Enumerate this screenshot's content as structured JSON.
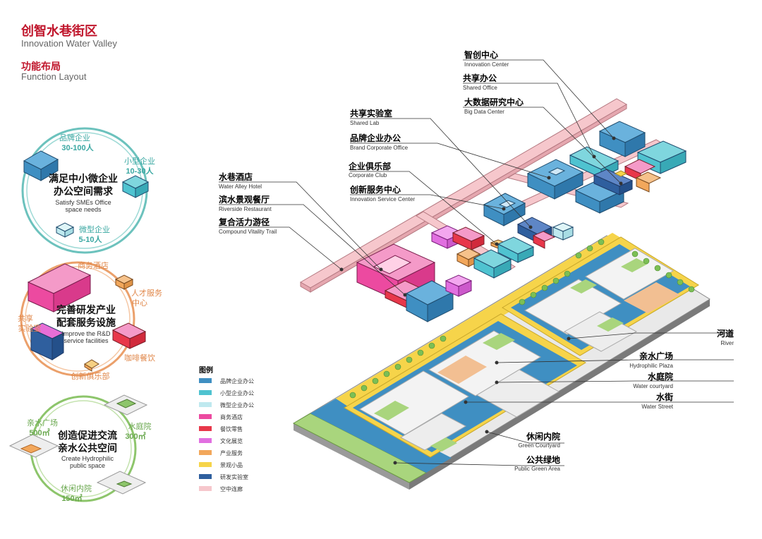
{
  "header": {
    "title_cn": "创智水巷街区",
    "title_en": "Innovation Water Valley",
    "subtitle_cn": "功能布局",
    "subtitle_en": "Function Layout"
  },
  "concepts": [
    {
      "title_cn_1": "满足中小微企业",
      "title_cn_2": "办公空间需求",
      "title_en_1": "Satisfy SMEs Office",
      "title_en_2": "space needs",
      "ring_color": "#6cc2bd",
      "labels": [
        "品牌企业",
        "30-100人",
        "小型企业",
        "10-30人",
        "微型企业",
        "5-10人"
      ]
    },
    {
      "title_cn_1": "完善研发产业",
      "title_cn_2": "配套服务设施",
      "title_en_1": "Improve the R&D",
      "title_en_2": "service facilities",
      "ring_color": "#eba06b",
      "labels": [
        "商务酒店",
        "人才服务",
        "中心",
        "共享",
        "实验室",
        "咖啡餐饮",
        "创新俱乐部"
      ]
    },
    {
      "title_cn_1": "创造促进交流",
      "title_cn_2": "亲水公共空间",
      "title_en_1": "Create Hydrophilic",
      "title_en_2": "public space",
      "ring_color": "#8dc56b",
      "labels": [
        "亲水广场",
        "500㎡",
        "水庭院",
        "300㎡",
        "休闲内院",
        "150㎡"
      ]
    }
  ],
  "legend": {
    "title": "图例",
    "items": [
      {
        "label": "品牌企业办公",
        "color": "#3f8fc2"
      },
      {
        "label": "小型企业办公",
        "color": "#4fc3d0"
      },
      {
        "label": "微型企业办公",
        "color": "#bfe9ef"
      },
      {
        "label": "商务酒店",
        "color": "#ec4aa0"
      },
      {
        "label": "餐饮零售",
        "color": "#e8374a"
      },
      {
        "label": "文化展览",
        "color": "#e16fe0"
      },
      {
        "label": "产业服务",
        "color": "#f2a75b"
      },
      {
        "label": "景观小品",
        "color": "#f6d44a"
      },
      {
        "label": "研发实验室",
        "color": "#2f5f9e"
      },
      {
        "label": "空中连廊",
        "color": "#f6c7cc"
      }
    ]
  },
  "callouts_top": [
    {
      "cn": "智创中心",
      "en": "Innovation Center"
    },
    {
      "cn": "共享办公",
      "en": "Shared Office"
    },
    {
      "cn": "大数据研究中心",
      "en": "Big Data Center"
    },
    {
      "cn": "共享实验室",
      "en": "Shared Lab"
    },
    {
      "cn": "品牌企业办公",
      "en": "Brand Corporate Office"
    },
    {
      "cn": "企业俱乐部",
      "en": "Corporate Club"
    },
    {
      "cn": "创新服务中心",
      "en": "Innovation Service Center"
    }
  ],
  "callouts_left": [
    {
      "cn": "水巷酒店",
      "en": "Water Alley Hotel"
    },
    {
      "cn": "滨水景观餐厅",
      "en": "Riverside Restaurant"
    },
    {
      "cn": "复合活力游径",
      "en": "Compound Vitality Trail"
    }
  ],
  "callouts_right": [
    {
      "cn": "河道",
      "en": "River"
    },
    {
      "cn": "亲水广场",
      "en": "Hydrophilic Plaza"
    },
    {
      "cn": "水庭院",
      "en": "Water courtyard"
    },
    {
      "cn": "水街",
      "en": "Water Street"
    },
    {
      "cn": "休闲内院",
      "en": "Green Courtyard"
    },
    {
      "cn": "公共绿地",
      "en": "Public Green Area"
    }
  ]
}
